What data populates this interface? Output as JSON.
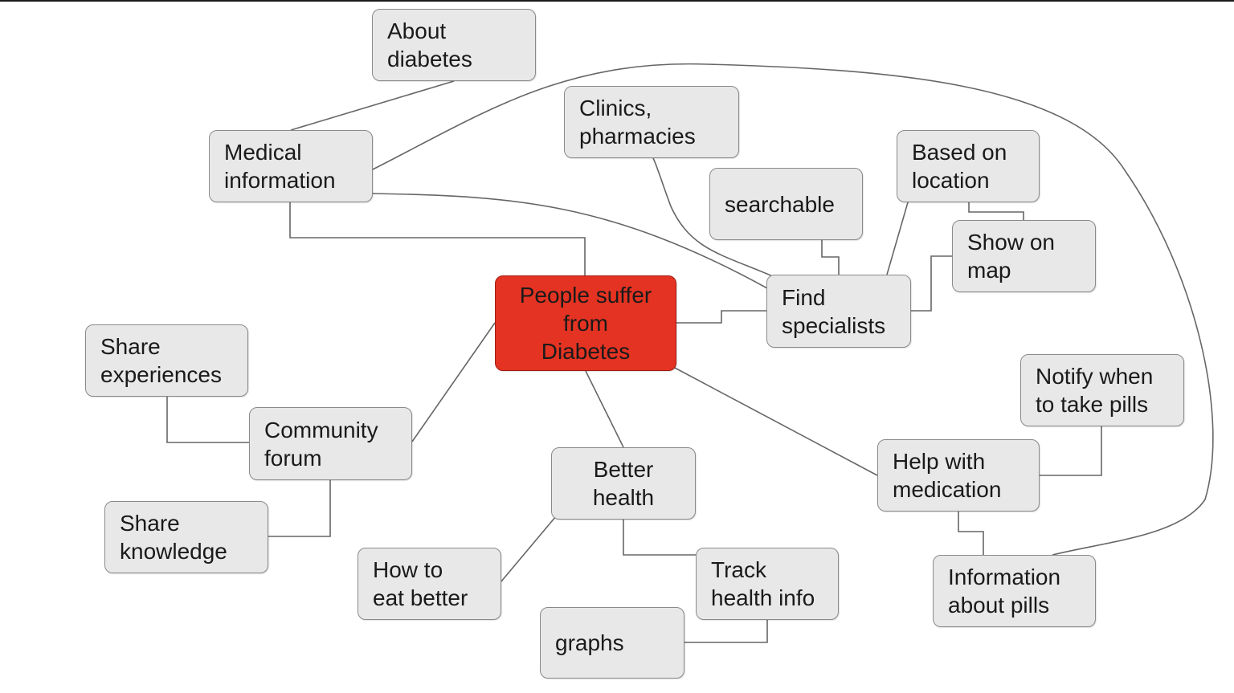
{
  "colors": {
    "node_fill": "#e8e8e8",
    "node_border": "#8a8a8a",
    "root_fill": "#e43322",
    "link": "#666666"
  },
  "nodes": {
    "root": {
      "lines": [
        "People suffer",
        "from",
        "Diabetes"
      ]
    },
    "about_diabetes": {
      "lines": [
        "About",
        "diabetes"
      ]
    },
    "medical_information": {
      "lines": [
        "Medical",
        "information"
      ]
    },
    "clinics_pharmacies": {
      "lines": [
        "Clinics,",
        "pharmacies"
      ]
    },
    "searchable": {
      "lines": [
        "searchable"
      ]
    },
    "based_on_location": {
      "lines": [
        "Based on",
        "location"
      ]
    },
    "show_on_map": {
      "lines": [
        "Show on",
        "map"
      ]
    },
    "find_specialists": {
      "lines": [
        "Find",
        "specialists"
      ]
    },
    "share_experiences": {
      "lines": [
        "Share",
        "experiences"
      ]
    },
    "community_forum": {
      "lines": [
        "Community",
        "forum"
      ]
    },
    "share_knowledge": {
      "lines": [
        "Share",
        "knowledge"
      ]
    },
    "notify_pills": {
      "lines": [
        "Notify when",
        "to take pills"
      ]
    },
    "help_medication": {
      "lines": [
        "Help with",
        "medication"
      ]
    },
    "better_health": {
      "lines": [
        "Better",
        "health"
      ]
    },
    "how_to_eat": {
      "lines": [
        "How to",
        "eat better"
      ]
    },
    "track_health": {
      "lines": [
        "Track",
        "health info"
      ]
    },
    "graphs": {
      "lines": [
        "graphs"
      ]
    },
    "info_pills": {
      "lines": [
        "Information",
        "about pills"
      ]
    }
  },
  "edges": [
    {
      "from": "root",
      "to": "medical_information"
    },
    {
      "from": "medical_information",
      "to": "about_diabetes"
    },
    {
      "from": "medical_information",
      "to": "find_specialists"
    },
    {
      "from": "medical_information",
      "to": "info_pills"
    },
    {
      "from": "root",
      "to": "find_specialists"
    },
    {
      "from": "find_specialists",
      "to": "clinics_pharmacies"
    },
    {
      "from": "find_specialists",
      "to": "searchable"
    },
    {
      "from": "find_specialists",
      "to": "based_on_location"
    },
    {
      "from": "find_specialists",
      "to": "show_on_map"
    },
    {
      "from": "based_on_location",
      "to": "show_on_map"
    },
    {
      "from": "root",
      "to": "community_forum"
    },
    {
      "from": "community_forum",
      "to": "share_experiences"
    },
    {
      "from": "community_forum",
      "to": "share_knowledge"
    },
    {
      "from": "root",
      "to": "better_health"
    },
    {
      "from": "better_health",
      "to": "how_to_eat"
    },
    {
      "from": "better_health",
      "to": "track_health"
    },
    {
      "from": "track_health",
      "to": "graphs"
    },
    {
      "from": "root",
      "to": "help_medication"
    },
    {
      "from": "help_medication",
      "to": "notify_pills"
    },
    {
      "from": "help_medication",
      "to": "info_pills"
    }
  ]
}
